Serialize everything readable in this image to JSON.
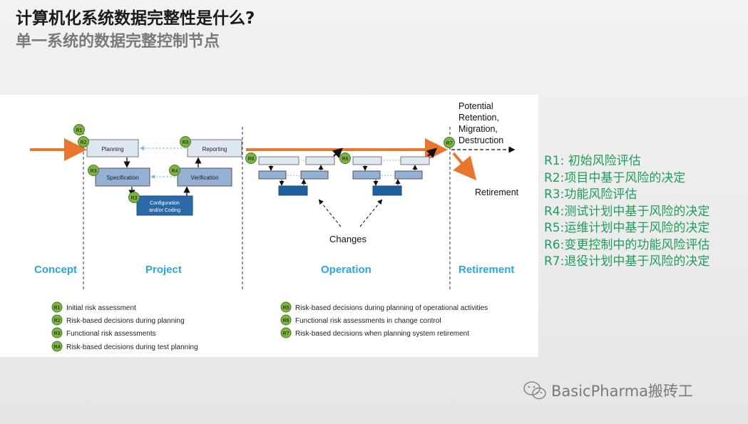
{
  "header": {
    "title": "计算机化系统数据完整性是什么?",
    "subtitle": "单一系统的数据完整控制节点"
  },
  "diagram": {
    "boxes": {
      "planning": "Planning",
      "reporting": "Reporting",
      "specification": "Specification",
      "verification": "Verification",
      "configuration_line1": "Configuration",
      "configuration_line2": "and/or Coding"
    },
    "potential_lines": [
      "Potential",
      "Retention,",
      "Migration,",
      "Destruction"
    ],
    "retirement_label": "Retirement",
    "changes_label": "Changes",
    "stages": [
      "Concept",
      "Project",
      "Operation",
      "Retirement"
    ],
    "r_badges": [
      "R1",
      "R2",
      "R3",
      "R4",
      "R5",
      "R6",
      "R7"
    ],
    "legend_left": [
      {
        "code": "R1",
        "text": "Initial risk assessment"
      },
      {
        "code": "R2",
        "text": "Risk-based decisions during planning"
      },
      {
        "code": "R3",
        "text": "Functional risk assessments"
      },
      {
        "code": "R4",
        "text": "Risk-based decisions during test planning"
      }
    ],
    "legend_right": [
      {
        "code": "R5",
        "text": "Risk-based decisions during planning of operational activities"
      },
      {
        "code": "R6",
        "text": "Functional risk assessments in change control"
      },
      {
        "code": "R7",
        "text": "Risk-based decisions when planning system retirement"
      }
    ]
  },
  "legend_cn": [
    "R1: 初始风险评估",
    "R2:项目中基于风险的决定",
    "R3:功能风险评估",
    "R4:测试计划中基于风险的决定",
    "R5:运维计划中基于风险的决定",
    "R6:变更控制中的功能风险评估",
    "R7:退役计划中基于风险的决定"
  ],
  "watermark": "BasicPharma搬砖工",
  "colors": {
    "orange": "#e8762d",
    "badge_green": "#7cb342",
    "stage_blue": "#29a8e0",
    "legend_green": "#1f9d5c"
  }
}
